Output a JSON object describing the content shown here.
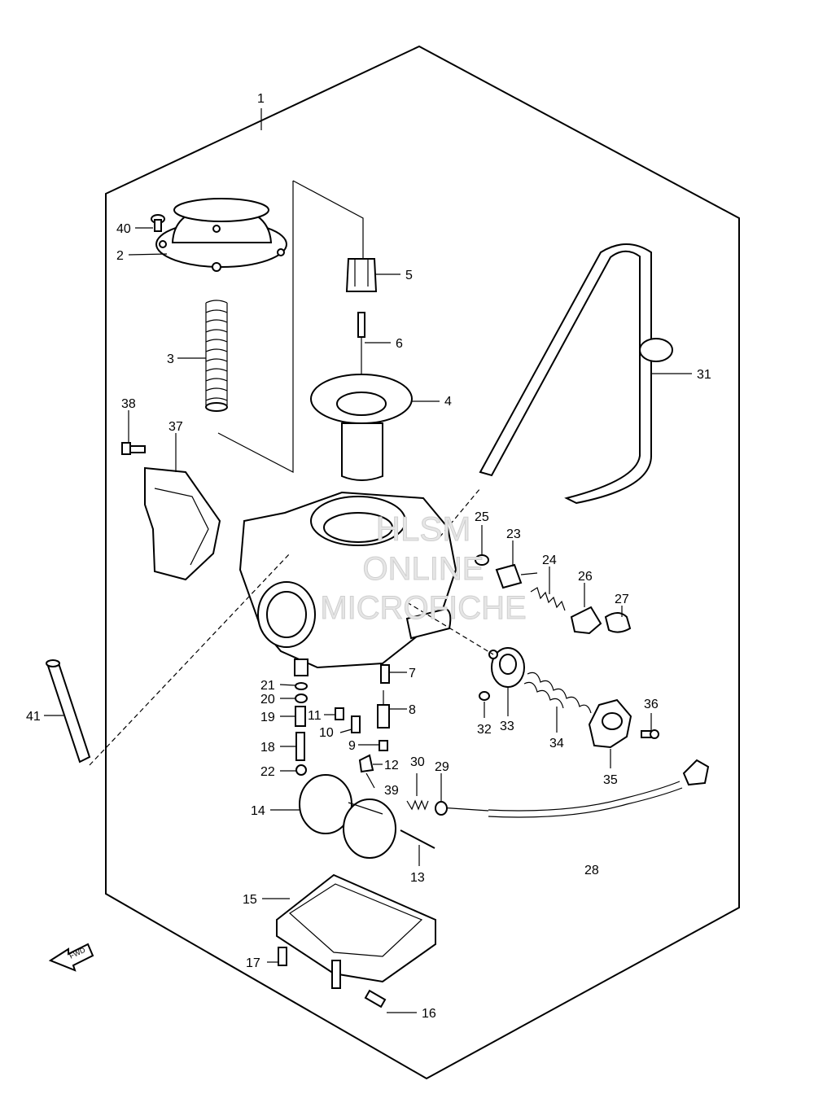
{
  "watermark": {
    "line1": "HLSM",
    "line2": "ONLINE",
    "line3": "MICROFICHE"
  },
  "fwd_label": "FWD",
  "part_labels": {
    "p1": "1",
    "p2": "2",
    "p3": "3",
    "p4": "4",
    "p5": "5",
    "p6": "6",
    "p7": "7",
    "p8": "8",
    "p9": "9",
    "p10": "10",
    "p11": "11",
    "p12": "12",
    "p13": "13",
    "p14": "14",
    "p15": "15",
    "p16": "16",
    "p17": "17",
    "p18": "18",
    "p19": "19",
    "p20": "20",
    "p21": "21",
    "p22": "22",
    "p23": "23",
    "p24": "24",
    "p25": "25",
    "p26": "26",
    "p27": "27",
    "p28": "28",
    "p29": "29",
    "p30": "30",
    "p31": "31",
    "p32": "32",
    "p33": "33",
    "p34": "34",
    "p35": "35",
    "p36": "36",
    "p37": "37",
    "p38": "38",
    "p39": "39",
    "p40": "40",
    "p41": "41"
  }
}
